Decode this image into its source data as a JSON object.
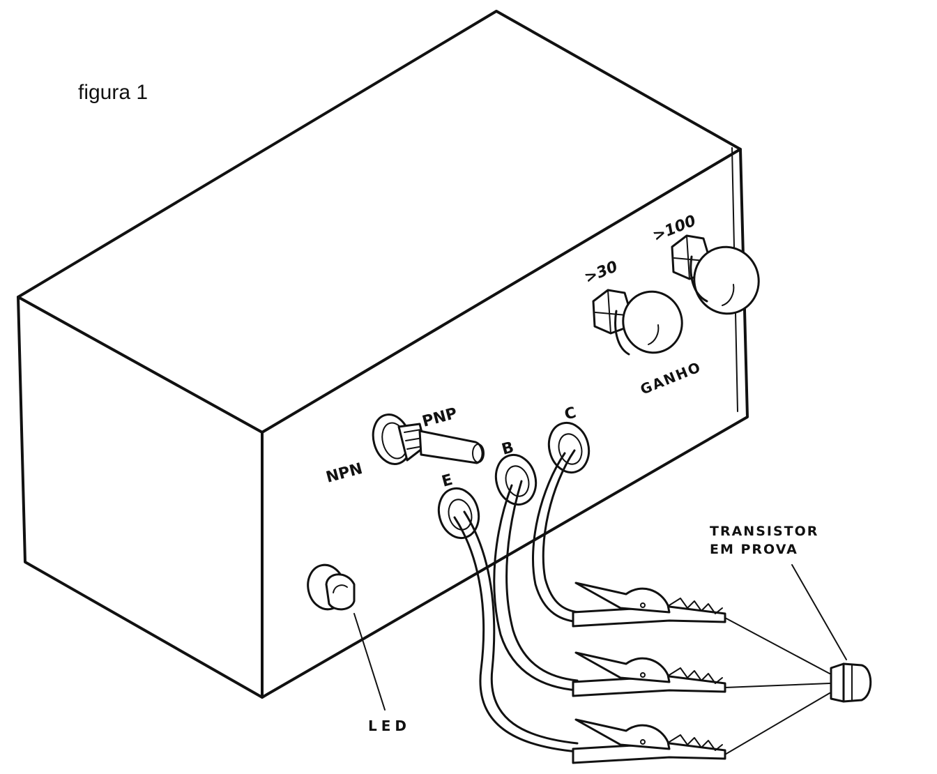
{
  "figure": {
    "caption": "figura 1"
  },
  "labels": {
    "switch_npn": "NPN",
    "switch_pnp": "PNP",
    "terminal_e": "E",
    "terminal_b": "B",
    "terminal_c": "C",
    "gain_30": ">30",
    "gain_100": ">100",
    "gain_title": "GANHO",
    "led": "LED",
    "transistor_line1": "TRANSISTOR",
    "transistor_line2": "EM PROVA"
  },
  "colors": {
    "ink": "#111111",
    "paper": "#ffffff"
  }
}
